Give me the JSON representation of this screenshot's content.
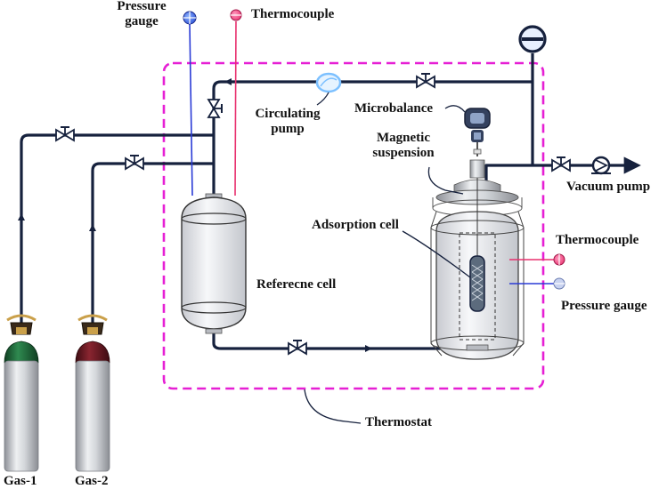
{
  "labels": {
    "pressure_gauge_top": "Pressure\ngauge",
    "thermocouple_top": "Thermocouple",
    "circulating_pump": "Circulating\npump",
    "microbalance": "Microbalance",
    "magnetic_suspension": "Magnetic\nsuspension",
    "vacuum_pump": "Vacuum pump",
    "adsorption_cell": "Adsorption cell",
    "thermocouple_right": "Thermocouple",
    "pressure_gauge_right": "Pressure gauge",
    "reference_cell": "Referecne cell",
    "thermostat": "Thermostat",
    "gas1": "Gas-1",
    "gas2": "Gas-2"
  },
  "colors": {
    "pipe": "#16213d",
    "thermostat_boundary": "#e61fd4",
    "thermocouple_wire": "#e8306e",
    "pressure_gauge_wire": "#2a3bd6",
    "gas1_cap": "#1f6b3a",
    "gas2_cap": "#6b1a22",
    "cylinder_body": "#c9cbcf"
  },
  "icons": {
    "valve": "valve-icon",
    "pump": "pump-icon",
    "gauge": "gauge-icon",
    "cylinder": "gas-cylinder-icon"
  }
}
